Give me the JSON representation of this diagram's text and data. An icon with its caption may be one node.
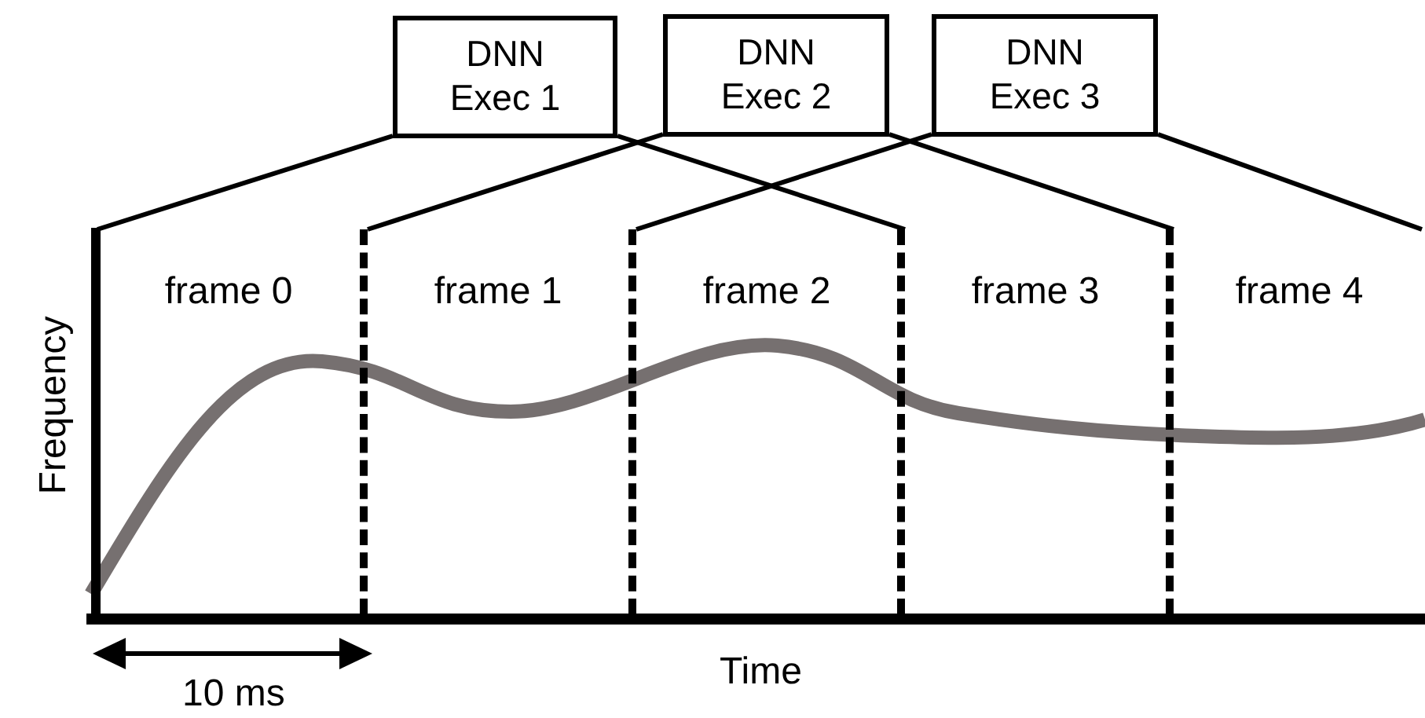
{
  "diagram": {
    "nodes": [
      {
        "text": [
          "DNN Exec 1"
        ]
      },
      {
        "text": [
          "DNN Exec 2"
        ]
      },
      {
        "text": [
          "DNN Exec 3"
        ]
      },
      {
        "text": [
          "frame 0"
        ]
      },
      {
        "text": [
          "frame 1"
        ]
      },
      {
        "text": [
          "frame 2"
        ]
      },
      {
        "text": [
          "frame 3"
        ]
      },
      {
        "text": [
          "frame 4"
        ]
      }
    ],
    "edges": [
      {
        "from": 0,
        "to": 3,
        "arrow": "none"
      },
      {
        "from": 0,
        "to": 5,
        "arrow": "none"
      },
      {
        "from": 1,
        "to": 4,
        "arrow": "none"
      },
      {
        "from": 1,
        "to": 6,
        "arrow": "none"
      },
      {
        "from": 2,
        "to": 5,
        "arrow": "none"
      },
      {
        "from": 2,
        "to": 7,
        "arrow": "none"
      }
    ],
    "labels": [
      "Frequency",
      "Time",
      "10 ms"
    ]
  }
}
